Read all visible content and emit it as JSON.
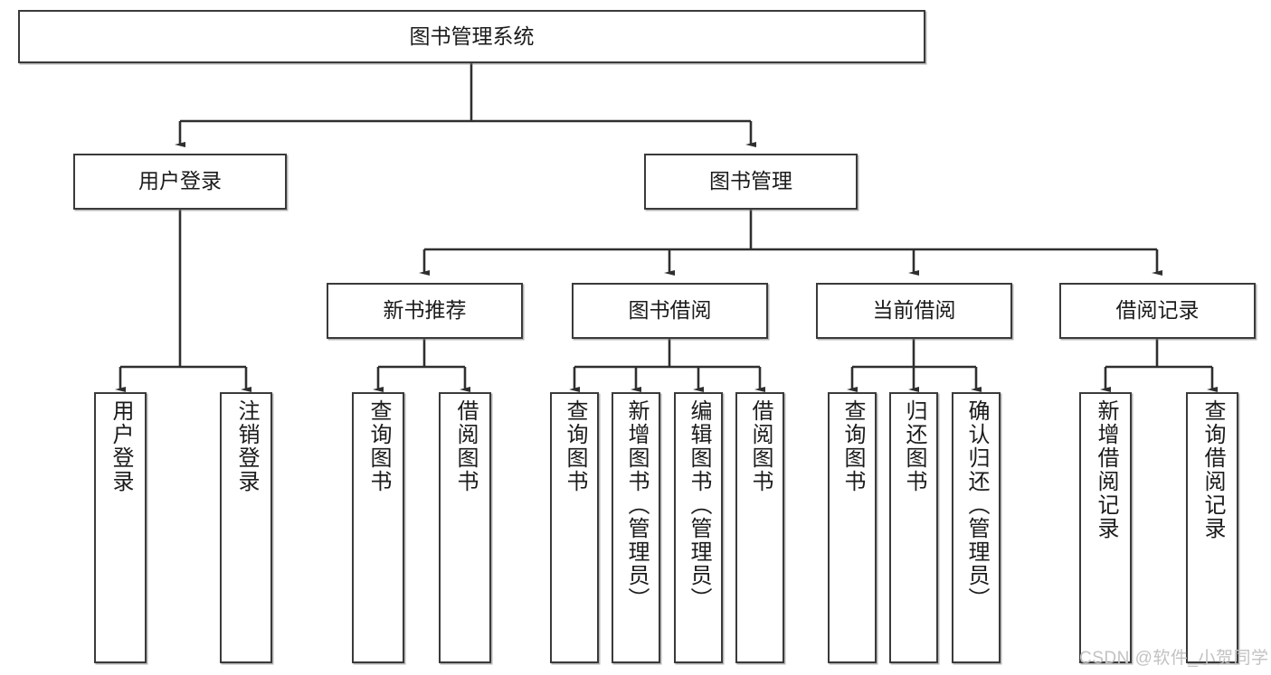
{
  "diagram": {
    "title": "图书管理系统",
    "type": "tree-hierarchy-diagram",
    "colors": {
      "box_border": "#3a3a3a",
      "box_fill": "#ffffff",
      "edge": "#2f2f2f",
      "text": "#1b1b1b",
      "watermark": "#c2c2c2"
    },
    "nodes": {
      "root": {
        "label": "图书管理系统"
      },
      "level2": [
        {
          "label": "用户登录"
        },
        {
          "label": "图书管理"
        }
      ],
      "level3": [
        {
          "label": "新书推荐"
        },
        {
          "label": "图书借阅"
        },
        {
          "label": "当前借阅"
        },
        {
          "label": "借阅记录"
        }
      ],
      "leaves_user_login": [
        {
          "label": "用户登录"
        },
        {
          "label": "注销登录"
        }
      ],
      "leaves_new_book": [
        {
          "label": "查询图书"
        },
        {
          "label": "借阅图书"
        }
      ],
      "leaves_borrow": [
        {
          "label": "查询图书"
        },
        {
          "label": "新增图书（管理员）"
        },
        {
          "label": "编辑图书（管理员）"
        },
        {
          "label": "借阅图书"
        }
      ],
      "leaves_current": [
        {
          "label": "查询图书"
        },
        {
          "label": "归还图书"
        },
        {
          "label": "确认归还（管理员）"
        }
      ],
      "leaves_records": [
        {
          "label": "新增借阅记录"
        },
        {
          "label": "查询借阅记录"
        }
      ]
    },
    "watermark": "CSDN @软件_小贺同学"
  }
}
